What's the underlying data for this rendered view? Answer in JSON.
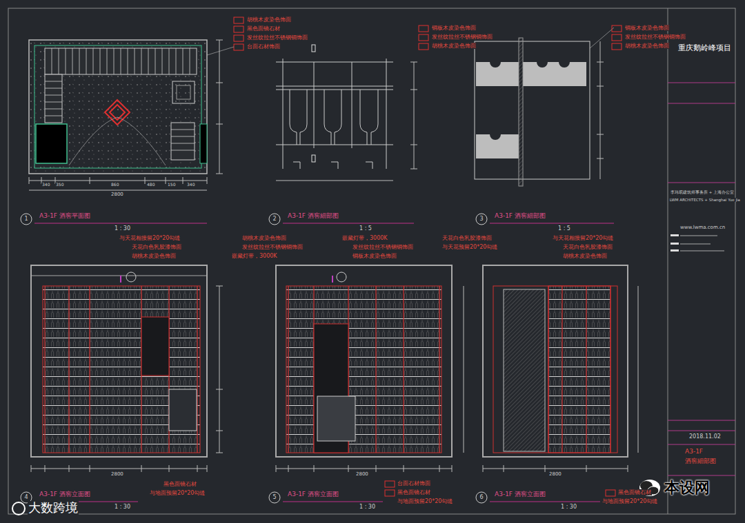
{
  "diagram": {
    "title": "重庆鹅岭峰项目",
    "labels": [
      "胡桃木皮染色饰面",
      "黑色面镜石材",
      "发丝纹拉丝不锈钢铜饰面",
      "台面石材饰面",
      "铜板木皮染色饰面",
      "发丝纹拉丝不锈钢铜饰面",
      "胡桃木皮染色饰面",
      "铜板木皮染色饰面",
      "发丝纹拉丝不锈钢铜饰面",
      "胡桃木皮染色饰面",
      "A3-1F 酒窖平面图",
      "1 : 30",
      "A3-1F 酒窖細部图",
      "1 : 5",
      "A3-1F 酒窖細部图",
      "1 : 5",
      "与天花相接留20*20勾缝",
      "天花白色乳胶漆饰面",
      "胡桃木皮染色饰面",
      "胡桃木皮染色饰面",
      "发丝纹拉丝不锈钢铜饰面",
      "嵌藏灯带，3000K",
      "嵌藏灯带，3000K",
      "发丝纹拉丝不锈钢铜饰面",
      "铜板木皮染色饰面",
      "天花白色乳胶漆饰面",
      "与天花预留20*20勾缝",
      "与天花相接留20*20勾缝",
      "天花白色乳胶漆饰面",
      "胡桃木皮染色饰面",
      "A3-1F 酒窖立面图",
      "1 : 30",
      "黑色面镜石材",
      "与地面预留20*20勾缝",
      "A3-1F 酒窖立面图",
      "1 : 30",
      "台面石材饰面",
      "黑色面镜石材",
      "与地面预留20*20勾缝",
      "A3-1F 酒窖立面图",
      "1 : 30",
      "黑色面镜石材",
      "与地面预留20*20勾缝",
      "2800",
      "2800",
      "2800",
      "2800",
      "李玮珉建筑师事务所 + 上海办公室",
      "LWM ARCHITECTS + Shanghai Yue Jia",
      "www.lwma.com.cn",
      "2018.11.02",
      "A3-1F",
      "酒窖細部图",
      "本设网",
      "大数跨境",
      "1",
      "2",
      "3",
      "4",
      "5",
      "6",
      "340",
      "350",
      "860",
      "480",
      "150",
      "340"
    ]
  }
}
